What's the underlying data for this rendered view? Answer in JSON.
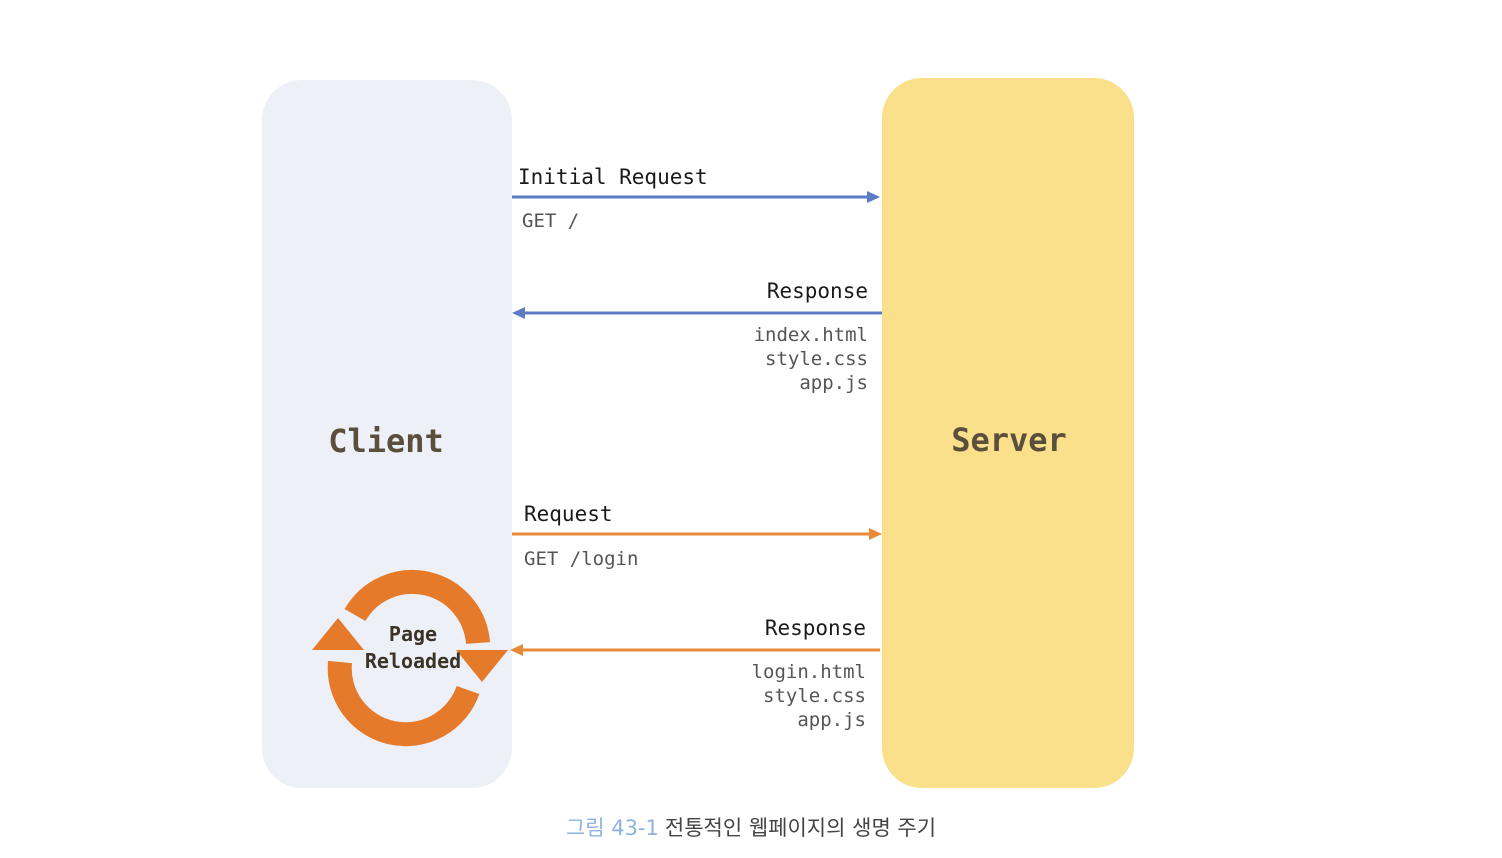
{
  "client": {
    "title": "Client"
  },
  "server": {
    "title": "Server"
  },
  "exchanges": [
    {
      "label": "Initial Request",
      "details": [
        "GET /"
      ]
    },
    {
      "label": "Response",
      "details": [
        "index.html",
        "style.css",
        "app.js"
      ]
    },
    {
      "label": "Request",
      "details": [
        "GET /login"
      ]
    },
    {
      "label": "Response",
      "details": [
        "login.html",
        "style.css",
        "app.js"
      ]
    }
  ],
  "reload": {
    "line1": "Page",
    "line2": "Reloaded"
  },
  "caption": {
    "figure": "그림 43-1",
    "text": "전통적인 웹페이지의 생명 주기"
  },
  "colors": {
    "blue_arrow": "#5b7cc4",
    "orange_arrow": "#e88a3a",
    "client_bg": "#eef0f7",
    "server_bg": "#fae08a",
    "reload_icon": "#e57a2a"
  }
}
